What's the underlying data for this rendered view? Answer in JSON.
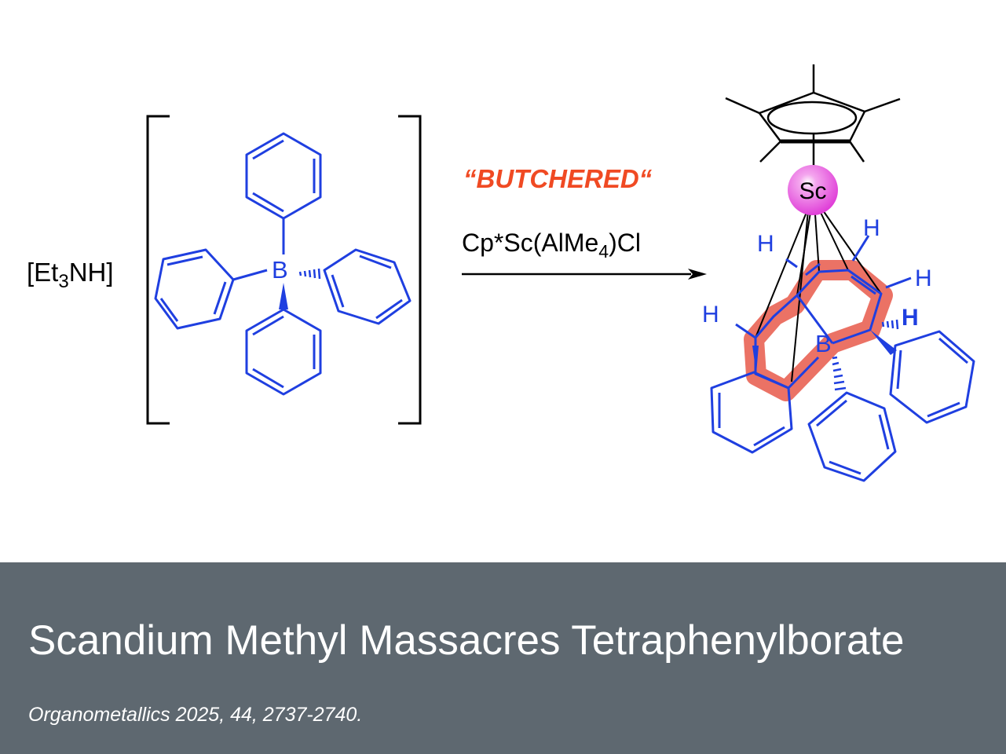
{
  "scheme": {
    "cation_label": "[Et3NH]",
    "cation_parts": [
      "[Et",
      "3",
      "NH]"
    ],
    "boron_label": "B",
    "reaction_note": "“BUTCHERED“",
    "reagent_parts": [
      "Cp*Sc(AlMe",
      "4",
      ")Cl"
    ],
    "metal_label": "Sc",
    "hydrogen_label": "H",
    "colors": {
      "molecule": "#1f3fe0",
      "highlight": "#e8594a",
      "note": "#f04a23",
      "metal": "#e040d8",
      "ink": "#000000"
    }
  },
  "footer": {
    "title": "Scandium Methyl Massacres Tetraphenylborate",
    "citation": "Organometallics 2025, 44, 2737-2740."
  }
}
